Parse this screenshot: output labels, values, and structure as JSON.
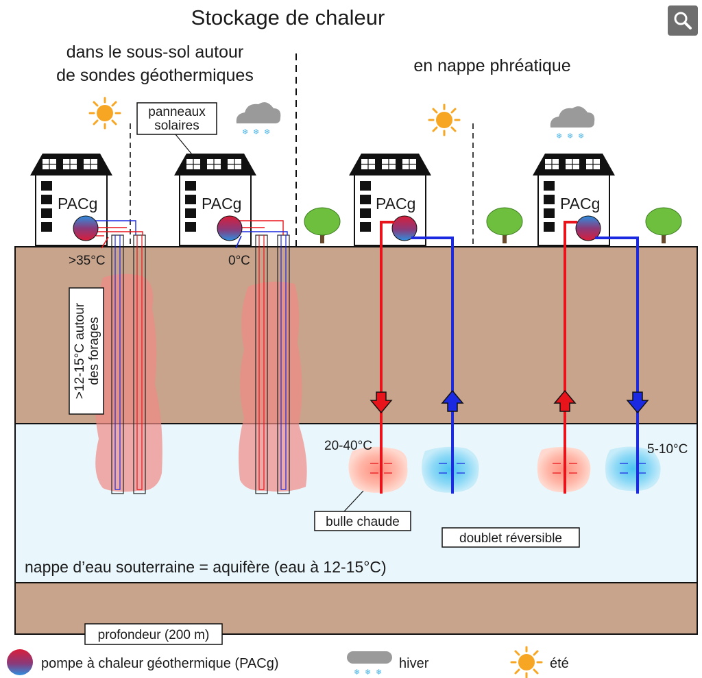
{
  "title": "Stockage de chaleur",
  "sections": {
    "left_line1": "dans le sous-sol autour",
    "left_line2": "de sondes géothermiques",
    "right": "en nappe phréatique"
  },
  "labels": {
    "solar_panels_line1": "panneaux",
    "solar_panels_line2": "solaires",
    "pacg": "PACg",
    "temp_hot_out": ">35°C",
    "temp_cold_out": "0°C",
    "borehole_temp_line1": ">12-15°C autour",
    "borehole_temp_line2": "des forages",
    "hot_bubble_temp": "20-40°C",
    "cold_bubble_temp": "5-10°C",
    "hot_bubble": "bulle chaude",
    "reversible_doublet": "doublet réversible",
    "aquifer": "nappe d’eau souterraine = aquifère (eau à 12-15°C)",
    "depth": "profondeur (200 m)"
  },
  "legend": {
    "heat_pump": "pompe à chaleur géothermique (PACg)",
    "winter": "hiver",
    "summer": "été"
  },
  "icons": {
    "zoom": "search-icon",
    "summer": "sun-icon",
    "winter": "snow-cloud-icon",
    "heat_pump": "heat-pump-icon"
  },
  "colors": {
    "soil": "#c8a48c",
    "aquifer": "#e9f6fb",
    "hot_pipe": "#e8141b",
    "cold_pipe": "#1b2ae0",
    "sun": "#f6a623",
    "cloud": "#9a9a9a",
    "tree": "#6fbf3f",
    "snow": "#4ab3e8"
  }
}
